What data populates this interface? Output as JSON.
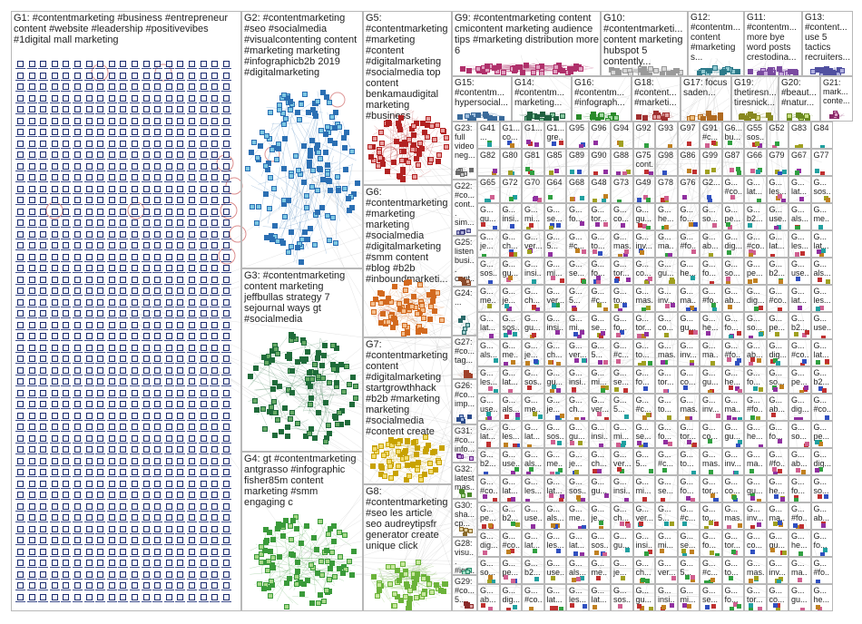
{
  "graph_title": "",
  "groups": [
    {
      "id": "G1",
      "label": "G1: #contentmarketing #business #entrepreneur content #website #leadership #positivevibes #1digital mall marketing",
      "color": "#1a2a6c",
      "style": "grid",
      "alt": "#ffffff"
    },
    {
      "id": "G2",
      "label": "G2: #contentmarketing #seo #socialmedia #visualcontenting content #marketing marketing #infographicb2b 2019 #digitalmarketing",
      "color": "#2b6fb3",
      "style": "cluster",
      "alt": "#7ec8e3"
    },
    {
      "id": "G3",
      "label": "G3: #contentmarketing content marketing jeffbullas strategy 7 sejournal ways gt #socialmedia",
      "color": "#1f6b3a",
      "style": "cluster",
      "alt": "#66aa66"
    },
    {
      "id": "G4",
      "label": "G4: gt #contentmarketing antgrasso #infographic fisher85m content marketing #smm engaging c",
      "color": "#3a9a3a",
      "style": "cluster",
      "alt": "#a8d88a"
    },
    {
      "id": "G5",
      "label": "G5: #contentmarketing #marketing #content #digitalmarketing #socialmedia top content benkamaudigital marketing #business",
      "color": "#b22222",
      "style": "cluster",
      "alt": "#e8a0a0"
    },
    {
      "id": "G6",
      "label": "G6: #contentmarketing #marketing marketing #socialmedia #digitalmarketing #smm content #blog #b2b #inboundmarketi...",
      "color": "#d2691e",
      "style": "cluster",
      "alt": "#f4c090"
    },
    {
      "id": "G7",
      "label": "G7: #contentmarketing content #digitalmarketing startgrowthhack #b2b #marketing marketing #socialmedia #content create",
      "color": "#c8a200",
      "style": "cluster",
      "alt": "#f2dc70"
    },
    {
      "id": "G8",
      "label": "G8: #contentmarketing #seo les article seo audreytipsfr generator create unique click",
      "color": "#6bb33a",
      "style": "cluster",
      "alt": "#c8e8a0"
    },
    {
      "id": "G9",
      "label": "G9: #contentmarketing content cmicontent marketing audience tips #marketing distribution more 6",
      "color": "#b0306b",
      "style": "cluster",
      "alt": "#e0a0c0"
    },
    {
      "id": "G10",
      "label": "G10: #contentmarketi... content marketing hubspot 5 contently...",
      "color": "#9a9a9a",
      "style": "cluster",
      "alt": "#d8d8d8"
    },
    {
      "id": "G12",
      "label": "G12: #contentm... content #marketing s...",
      "color": "#2c7a8a",
      "style": "cluster",
      "alt": "#90c8d0"
    },
    {
      "id": "G11",
      "label": "G11: #contentm... more bye word posts crestodina...",
      "color": "#7a4aa0",
      "style": "cluster",
      "alt": "#c8a8e0"
    },
    {
      "id": "G13",
      "label": "G13: #content... use 5 tactics recruiters...",
      "color": "#5050a0",
      "style": "cluster",
      "alt": "#b0b0e0"
    },
    {
      "id": "G15",
      "label": "G15: #contentm... hypersocial...",
      "color": "#3a6a9a",
      "style": "cluster",
      "alt": "#a0c0e0"
    },
    {
      "id": "G14",
      "label": "G14: #contentm... marketing...",
      "color": "#206040",
      "style": "cluster",
      "alt": "#88c8a0"
    },
    {
      "id": "G16",
      "label": "G16: #contentm... #infograph...",
      "color": "#2a8a2a",
      "style": "cluster",
      "alt": "#a0d8a0"
    },
    {
      "id": "G18",
      "label": "G18: #content... #marketi...",
      "color": "#a03030",
      "style": "cluster",
      "alt": "#e0a0a0"
    },
    {
      "id": "G17",
      "label": "G17: focus saden...",
      "color": "#b06a20",
      "style": "cluster",
      "alt": "#f0c080"
    },
    {
      "id": "G19",
      "label": "G19: thetiresn... tiresnick...",
      "color": "#888820",
      "style": "cluster",
      "alt": "#d8d880"
    },
    {
      "id": "G20",
      "label": "G20: #beaut... #natur...",
      "color": "#6a8a20",
      "style": "cluster",
      "alt": "#c8e080"
    },
    {
      "id": "G21",
      "label": "G21: mark... conte...",
      "color": "#8a2a6a",
      "style": "cluster",
      "alt": "#e0a0c8"
    },
    {
      "id": "G23",
      "label": "G23: full video neg...",
      "color": "#6a6a6a",
      "style": "cluster",
      "alt": "#c8c8c8"
    },
    {
      "id": "G22",
      "label": "G22: #co... cont... sim...",
      "color": "#4a4a8a",
      "style": "cluster",
      "alt": "#b0b0d8"
    },
    {
      "id": "G25",
      "label": "G25: listen busi... cont...",
      "color": "#8a4a2a",
      "style": "cluster",
      "alt": "#e0b8a0"
    },
    {
      "id": "G24",
      "label": "G24: ...",
      "color": "#2a6a6a",
      "style": "cluster",
      "alt": "#a0d0d0"
    },
    {
      "id": "G27",
      "label": "G27: #co... tag...",
      "color": "#a0402a",
      "style": "cluster",
      "alt": "#e8b0a0"
    },
    {
      "id": "G26",
      "label": "G26: #co... imp...",
      "color": "#2a4a8a",
      "style": "cluster",
      "alt": "#a0b8e0"
    },
    {
      "id": "G31",
      "label": "G31: #co... info...",
      "color": "#6a2a8a",
      "style": "cluster",
      "alt": "#c8a0e0"
    },
    {
      "id": "G32",
      "label": "G32: latest mas...",
      "color": "#4a8a2a",
      "style": "cluster",
      "alt": "#b8e0a0"
    },
    {
      "id": "G30",
      "label": "G30: sha... cp...",
      "color": "#8a6a2a",
      "style": "cluster",
      "alt": "#e0d0a0"
    },
    {
      "id": "G28",
      "label": "G28: visu... #iot...",
      "color": "#2a8a6a",
      "style": "cluster",
      "alt": "#a0e0c8"
    },
    {
      "id": "G29",
      "label": "G29: #co... 5...",
      "color": "#8a2a2a",
      "style": "cluster",
      "alt": "#e0a0a0"
    }
  ],
  "small_group_labels": [
    {
      "label": "G41",
      "text": "..."
    },
    {
      "label": "G1...",
      "text": "co..."
    },
    {
      "label": "G1...",
      "text": ""
    },
    {
      "label": "G1...",
      "text": "gre..."
    },
    {
      "label": "G95",
      "text": ""
    },
    {
      "label": "G96",
      "text": ""
    },
    {
      "label": "G94",
      "text": ""
    },
    {
      "label": "G92",
      "text": ""
    },
    {
      "label": "G93",
      "text": ""
    },
    {
      "label": "G97",
      "text": ""
    },
    {
      "label": "G91",
      "text": "#c..."
    },
    {
      "label": "G6...",
      "text": "bu..."
    },
    {
      "label": "G55",
      "text": "sos..."
    },
    {
      "label": "G52",
      "text": ""
    },
    {
      "label": "G83",
      "text": ""
    },
    {
      "label": "G84",
      "text": ""
    },
    {
      "label": "G82",
      "text": ""
    },
    {
      "label": "G80",
      "text": ""
    },
    {
      "label": "G81",
      "text": ""
    },
    {
      "label": "G85",
      "text": ""
    },
    {
      "label": "G89",
      "text": ""
    },
    {
      "label": "G90",
      "text": ""
    },
    {
      "label": "G88",
      "text": ""
    },
    {
      "label": "G75",
      "text": "cont..."
    },
    {
      "label": "G98",
      "text": ""
    },
    {
      "label": "G86",
      "text": ""
    },
    {
      "label": "G99",
      "text": ""
    },
    {
      "label": "G87",
      "text": ""
    },
    {
      "label": "G66",
      "text": ""
    },
    {
      "label": "G79",
      "text": ""
    },
    {
      "label": "G67",
      "text": ""
    },
    {
      "label": "G77",
      "text": ""
    },
    {
      "label": "G65",
      "text": ""
    },
    {
      "label": "G72",
      "text": ""
    },
    {
      "label": "G70",
      "text": ""
    },
    {
      "label": "G64",
      "text": ""
    },
    {
      "label": "G68",
      "text": ""
    },
    {
      "label": "G48",
      "text": ""
    },
    {
      "label": "G73",
      "text": ""
    },
    {
      "label": "G49",
      "text": ""
    },
    {
      "label": "G78",
      "text": ""
    },
    {
      "label": "G76",
      "text": ""
    },
    {
      "label": "G2...",
      "text": ""
    }
  ],
  "tiny_fragments": [
    "#co...",
    "lat...",
    "les...",
    "lat...",
    "sos...",
    "gu...",
    "insi...",
    "mi...",
    "se...",
    "fo...",
    "tor...",
    "co...",
    "gu...",
    "he...",
    "fo...",
    "so...",
    "pe...",
    "b2...",
    "use...",
    "als...",
    "me...",
    "je...",
    "ch...",
    "ver...",
    "5...",
    "#c...",
    "to...",
    "mas...",
    "inv...",
    "ma...",
    "#fo...",
    "ab...",
    "dig..."
  ],
  "colors": {
    "grid_border": "#b8b8b8",
    "edge": "#9a9a9a",
    "background": "#ffffff",
    "label_text": "#222222"
  }
}
